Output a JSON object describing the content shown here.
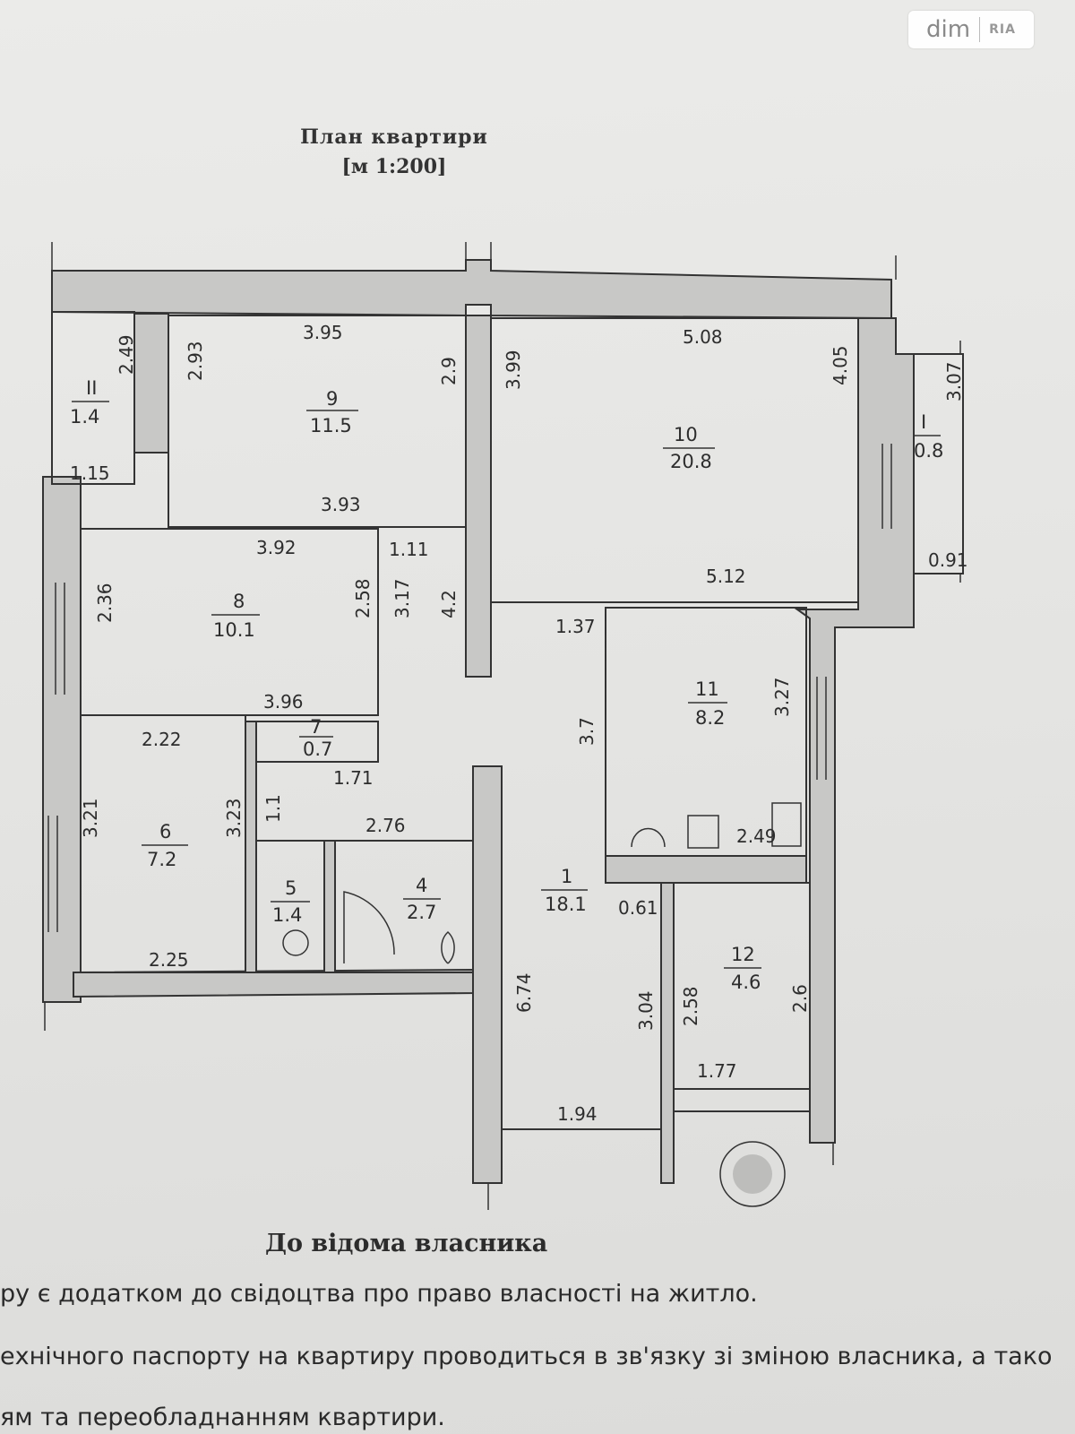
{
  "watermark": {
    "brand_left": "dim",
    "brand_right": "RIA"
  },
  "plan": {
    "title": "План квартири",
    "scale": "[м 1:200]",
    "rooms": [
      {
        "id": "11",
        "number": "II",
        "area": "1.4"
      },
      {
        "id": "9",
        "number": "9",
        "area": "11.5"
      },
      {
        "id": "10",
        "number": "10",
        "area": "20.8"
      },
      {
        "id": "i",
        "number": "I",
        "area": "0.8"
      },
      {
        "id": "8",
        "number": "8",
        "area": "10.1"
      },
      {
        "id": "11k",
        "number": "11",
        "area": "8.2"
      },
      {
        "id": "7",
        "number": "7",
        "area": "0.7"
      },
      {
        "id": "6",
        "number": "6",
        "area": "7.2"
      },
      {
        "id": "5",
        "number": "5",
        "area": "1.4"
      },
      {
        "id": "4",
        "number": "4",
        "area": "2.7"
      },
      {
        "id": "1",
        "number": "1",
        "area": "18.1"
      },
      {
        "id": "12",
        "number": "12",
        "area": "4.6"
      }
    ],
    "dimensions": {
      "d_395": "3.95",
      "d_508": "5.08",
      "d_249": "2.49",
      "d_293": "2.93",
      "d_29": "2.9",
      "d_399": "3.99",
      "d_405": "4.05",
      "d_307": "3.07",
      "d_115": "1.15",
      "d_393": "3.93",
      "d_392": "3.92",
      "d_111": "1.11",
      "d_091": "0.91",
      "d_512": "5.12",
      "d_236": "2.36",
      "d_258a": "2.58",
      "d_317": "3.17",
      "d_42": "4.2",
      "d_137": "1.37",
      "d_396": "3.96",
      "d_327": "3.27",
      "d_222": "2.22",
      "d_37": "3.7",
      "d_171": "1.71",
      "d_321": "3.21",
      "d_323": "3.23",
      "d_11": "1.1",
      "d_276": "2.76",
      "d_249b": "2.49",
      "d_061": "0.61",
      "d_225": "2.25",
      "d_674": "6.74",
      "d_304": "3.04",
      "d_258b": "2.58",
      "d_26": "2.6",
      "d_177": "1.77",
      "d_194": "1.94"
    }
  },
  "owner_section": {
    "heading": "До відома власника",
    "lines": [
      "ру є додатком до свідоцтва про право власності на житло.",
      "ехнічного паспорту на квартиру проводиться в зв'язку зі зміною власника, а тако",
      "ям та переобладнанням квартири."
    ]
  }
}
